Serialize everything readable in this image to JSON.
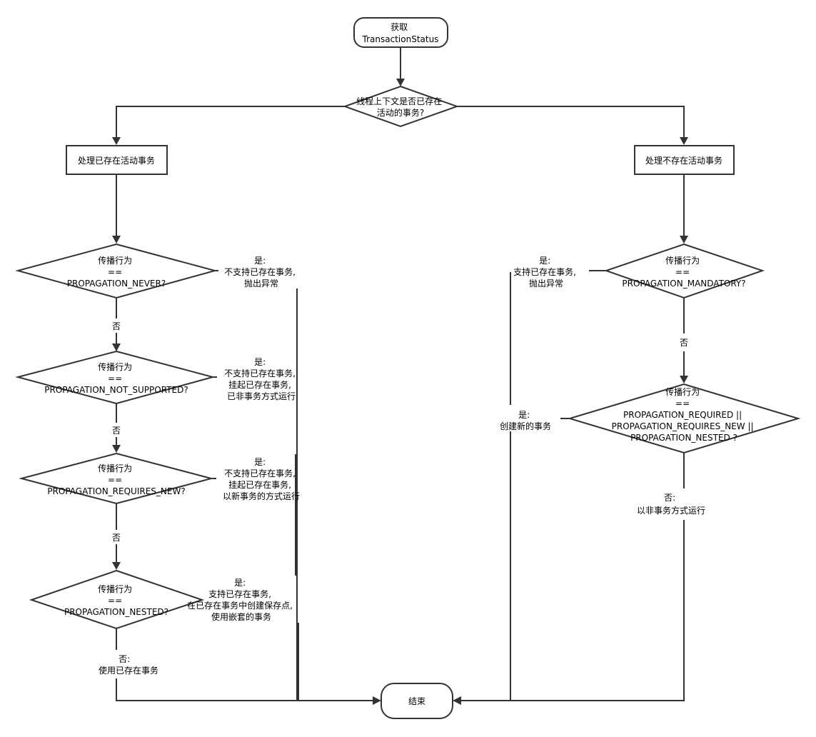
{
  "colors": {
    "stroke": "#333333",
    "background": "#ffffff",
    "text": "#000000"
  },
  "nodes": {
    "start": [
      "获取",
      "TransactionStatus"
    ],
    "check_context": [
      "线程上下文是否已存在",
      "活动的事务?"
    ],
    "handle_existing": [
      "处理已存在活动事务"
    ],
    "handle_none": [
      "处理不存在活动事务"
    ],
    "never": [
      "传播行为",
      "==",
      "PROPAGATION_NEVER?"
    ],
    "not_supported": [
      "传播行为",
      "==",
      "PROPAGATION_NOT_SUPPORTED?"
    ],
    "requires_new": [
      "传播行为",
      "==",
      "PROPAGATION_REQUIRES_NEW?"
    ],
    "nested": [
      "传播行为",
      "==",
      "PROPAGATION_NESTED?"
    ],
    "mandatory": [
      "传播行为",
      "==",
      "PROPAGATION_MANDATORY?"
    ],
    "required_group": [
      "传播行为",
      "==",
      "PROPAGATION_REQUIRED ||",
      "PROPAGATION_REQUIRES_NEW ||",
      "PROPAGATION_NESTED ?"
    ],
    "end": [
      "结束"
    ]
  },
  "edge_labels": {
    "never_yes": [
      "是:",
      "不支持已存在事务,",
      "抛出异常"
    ],
    "never_no": [
      "否"
    ],
    "not_supported_yes": [
      "是:",
      "不支持已存在事务,",
      "挂起已存在事务,",
      "已非事务方式运行"
    ],
    "not_supported_no": [
      "否"
    ],
    "requires_new_yes": [
      "是:",
      "不支持已存在事务,",
      "挂起已存在事务,",
      "以新事务的方式运行"
    ],
    "requires_new_no": [
      "否"
    ],
    "nested_yes": [
      "是:",
      "支持已存在事务,",
      "在已存在事务中创建保存点,",
      "使用嵌套的事务"
    ],
    "nested_no": [
      "否:",
      "使用已存在事务"
    ],
    "mandatory_yes": [
      "是:",
      "支持已存在事务,",
      "抛出异常"
    ],
    "mandatory_no": [
      "否"
    ],
    "required_yes": [
      "是:",
      "创建新的事务"
    ],
    "required_no": [
      "否:",
      "以非事务方式运行"
    ]
  }
}
